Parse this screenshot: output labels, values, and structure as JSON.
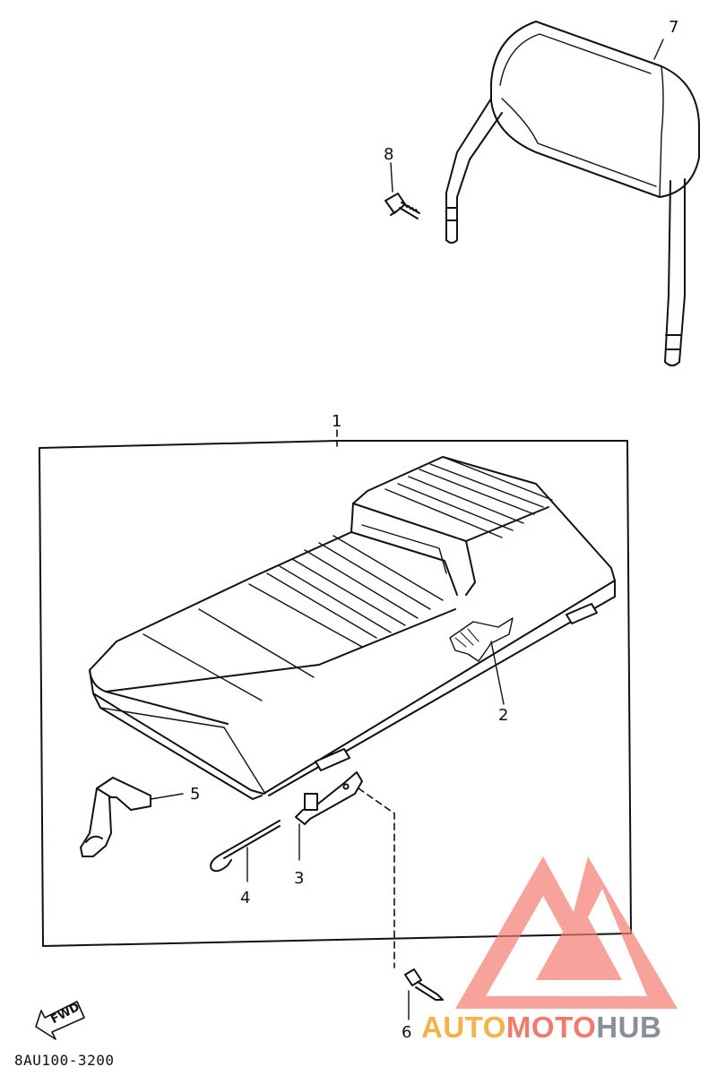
{
  "diagram": {
    "part_code": "8AU100-3200",
    "fwd_label": "FWD",
    "callouts": [
      "1",
      "2",
      "3",
      "4",
      "5",
      "6",
      "7",
      "8"
    ]
  },
  "watermark": {
    "brand_part1": "AUTO",
    "brand_part2": "MOTO",
    "brand_part3": "HUB",
    "color_triangle": "#f47c72",
    "color_auto": "#f3b24a",
    "color_moto": "#f07a6c",
    "color_hub": "#8a8f99"
  }
}
